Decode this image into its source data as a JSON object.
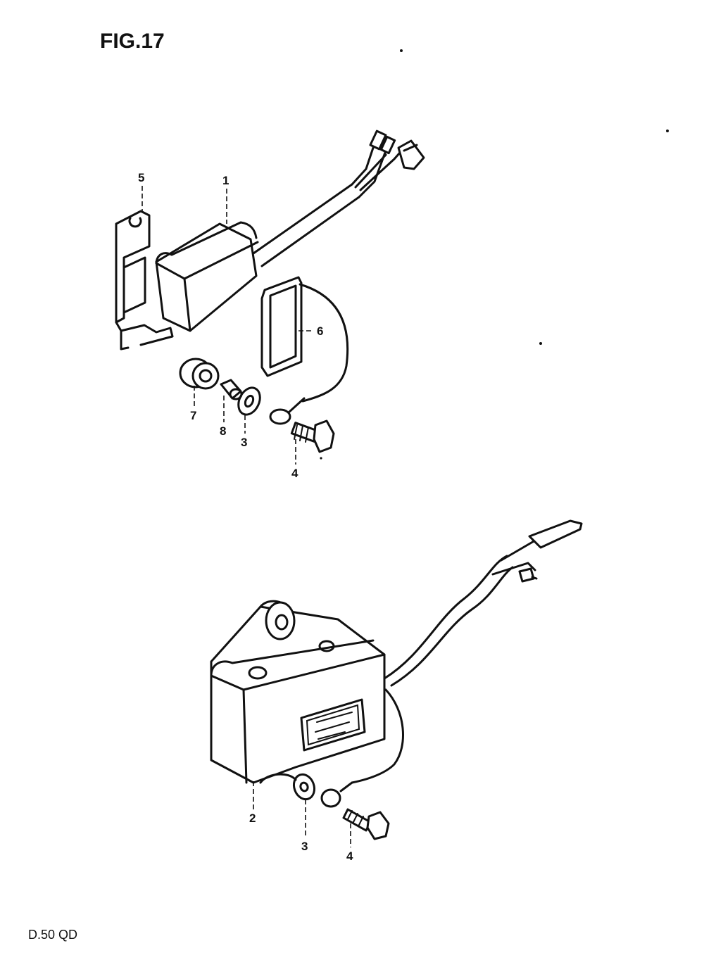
{
  "figure_label": "FIG.17",
  "model_code": "D.50 QD",
  "callouts": {
    "c1": "1",
    "c2": "2",
    "c3a": "3",
    "c3b": "3",
    "c4a": "4",
    "c4b": "4",
    "c5": "5",
    "c6": "6",
    "c7": "7",
    "c8": "8"
  }
}
